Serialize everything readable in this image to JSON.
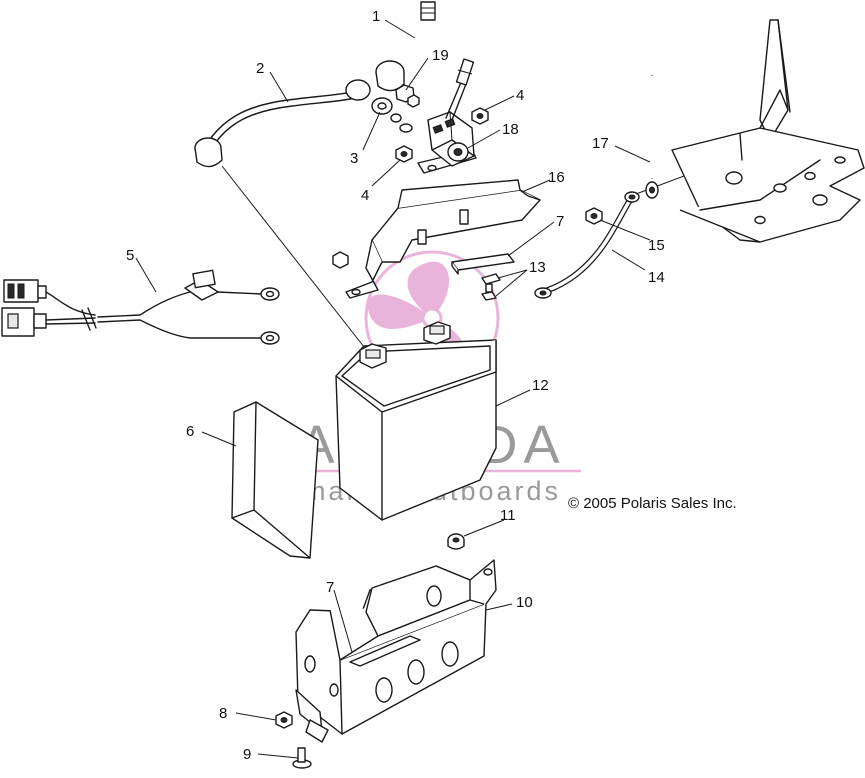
{
  "callouts": [
    {
      "id": "1",
      "label": "1"
    },
    {
      "id": "2",
      "label": "2"
    },
    {
      "id": "3",
      "label": "3"
    },
    {
      "id": "4a",
      "label": "4"
    },
    {
      "id": "4b",
      "label": "4"
    },
    {
      "id": "5",
      "label": "5"
    },
    {
      "id": "6",
      "label": "6"
    },
    {
      "id": "7a",
      "label": "7"
    },
    {
      "id": "7b",
      "label": "7"
    },
    {
      "id": "8",
      "label": "8"
    },
    {
      "id": "9",
      "label": "9"
    },
    {
      "id": "10",
      "label": "10"
    },
    {
      "id": "11",
      "label": "11"
    },
    {
      "id": "12",
      "label": "12"
    },
    {
      "id": "13",
      "label": "13"
    },
    {
      "id": "14",
      "label": "14"
    },
    {
      "id": "15",
      "label": "15"
    },
    {
      "id": "16",
      "label": "16"
    },
    {
      "id": "17",
      "label": "17"
    },
    {
      "id": "18",
      "label": "18"
    },
    {
      "id": "19",
      "label": "19"
    }
  ],
  "copyright": "© 2005 Polaris Sales Inc.",
  "watermark": {
    "brand": "ARMADA",
    "tagline": "marine outboards",
    "colors": {
      "text": "#9a9a9a",
      "accent": "#e6a8d3",
      "line": "#e9b3da"
    }
  }
}
